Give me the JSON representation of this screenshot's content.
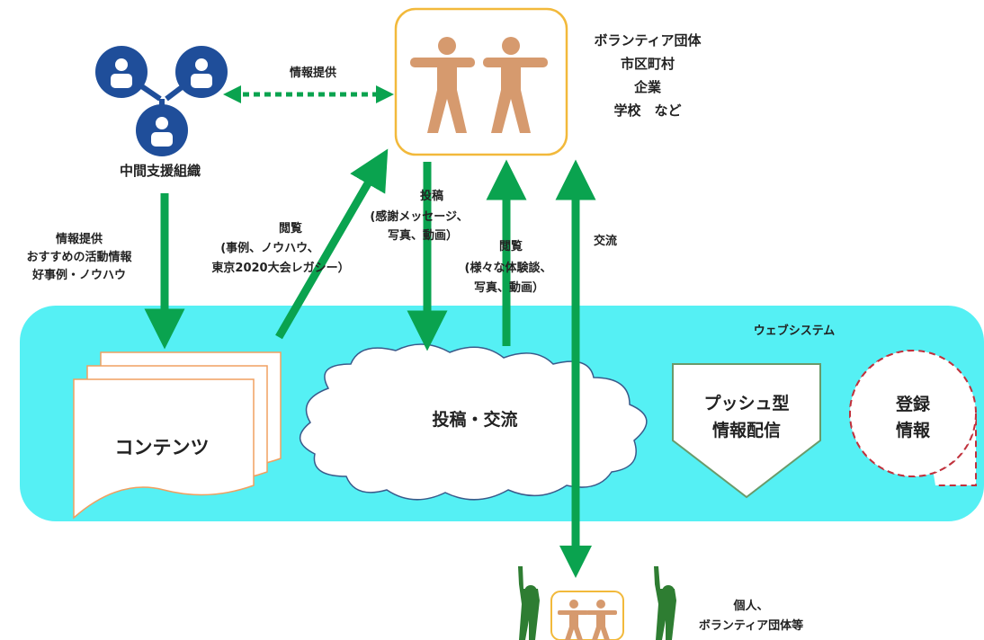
{
  "actors": {
    "intermediary": {
      "label": "中間支援組織"
    },
    "organizations": {
      "lines": [
        "ボランティア団体",
        "市区町村",
        "企業",
        "学校　など"
      ]
    },
    "individuals": {
      "lines": [
        "個人、",
        "ボランティア団体等"
      ]
    }
  },
  "system": {
    "title": "ウェブシステム",
    "contents": "コンテンツ",
    "posting": "投稿・交流",
    "push": [
      "プッシュ型",
      "情報配信"
    ],
    "registration": [
      "登録",
      "情報"
    ]
  },
  "flows": {
    "info_provision_top": "情報提供",
    "info_provision_down": [
      "情報提供",
      "おすすめの活動情報",
      "好事例・ノウハウ"
    ],
    "browse_contents": [
      "閲覧",
      "(事例、ノウハウ、",
      "東京2020大会レガシー）"
    ],
    "post": [
      "投稿",
      "(感謝メッセージ、",
      "写真、動画）"
    ],
    "browse_posts": [
      "閲覧",
      "(様々な体験談、",
      "写真、動画）"
    ],
    "exchange": "交流"
  },
  "colors": {
    "arrow": "#0aa34f",
    "band": "#55f0f4",
    "intermediary": "#1f4e9a",
    "people": "#d69a6e",
    "frame": "#f2b93b",
    "individual": "#2e7d32",
    "registration_border": "#c0313c"
  }
}
